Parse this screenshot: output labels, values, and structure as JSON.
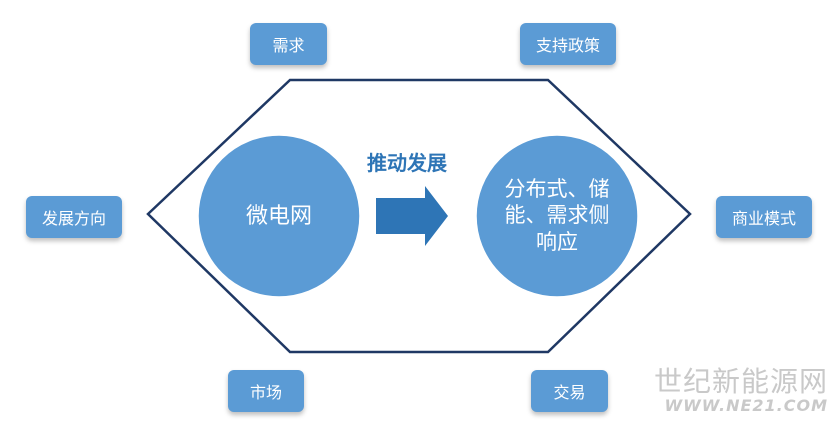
{
  "diagram": {
    "outer_boxes": {
      "top_left": "需求",
      "top_right": "支持政策",
      "left": "发展方向",
      "right": "商业模式",
      "bottom_left": "市场",
      "bottom_right": "交易"
    },
    "left_circle": "微电网",
    "right_circle": "分布式、储\n能、需求侧\n响应",
    "arrow_label": "推动发展"
  },
  "watermark": {
    "line1": "世纪新能源网",
    "line2": "WWW.NE21.COM"
  },
  "colors": {
    "fill": "#5b9bd5",
    "hexagon_stroke": "#1f3864",
    "arrow_fill": "#2e75b6",
    "label_text": "#2e75b6",
    "box_text": "#ffffff",
    "watermark": "#c9c9c9"
  },
  "icons": {
    "arrow": "right-arrow-icon"
  }
}
